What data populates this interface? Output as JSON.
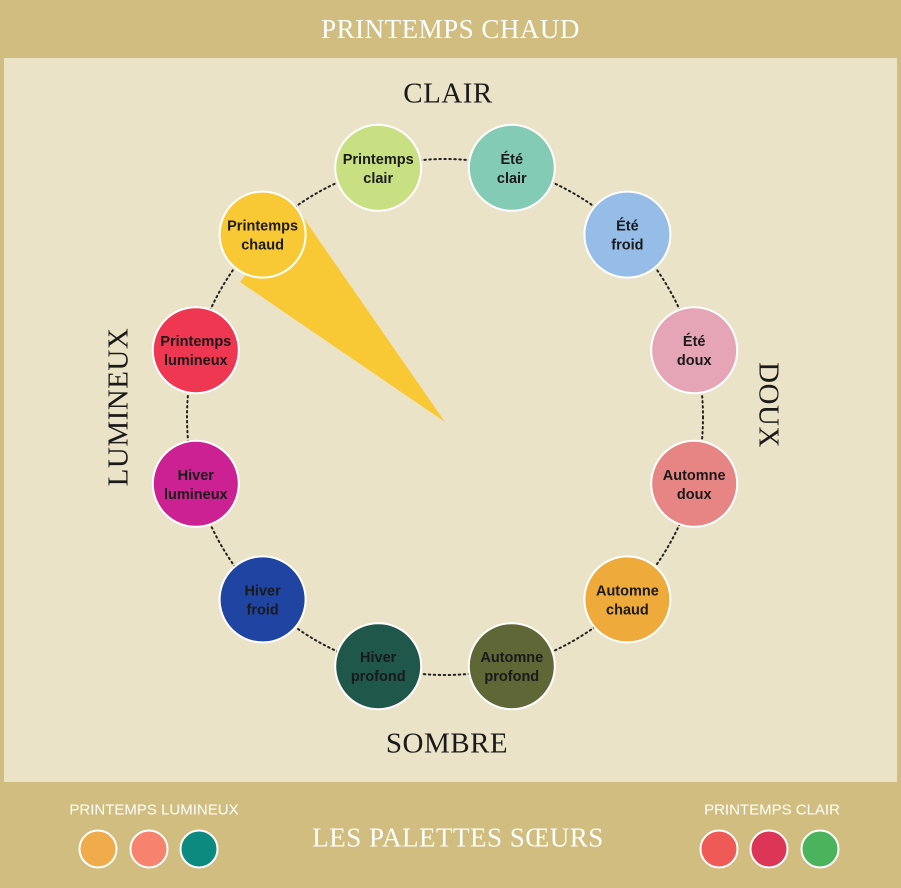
{
  "header": {
    "title": "PRINTEMPS CHAUD"
  },
  "axes": {
    "top": "CLAIR",
    "bottom": "SOMBRE",
    "left": "LUMINEUX",
    "right": "DOUX"
  },
  "selected": "printemps-chaud",
  "pointer_color": "#f8c934",
  "seasons": [
    {
      "id": "printemps-clair",
      "line1": "Printemps",
      "line2": "clair",
      "color": "#c9e082"
    },
    {
      "id": "ete-clair",
      "line1": "Été",
      "line2": "clair",
      "color": "#84cbb6"
    },
    {
      "id": "ete-froid",
      "line1": "Été",
      "line2": "froid",
      "color": "#95bde8"
    },
    {
      "id": "ete-doux",
      "line1": "Été",
      "line2": "doux",
      "color": "#e5a5b6"
    },
    {
      "id": "automne-doux",
      "line1": "Automne",
      "line2": "doux",
      "color": "#e78484"
    },
    {
      "id": "automne-chaud",
      "line1": "Automne",
      "line2": "chaud",
      "color": "#eeab3c"
    },
    {
      "id": "automne-profond",
      "line1": "Automne",
      "line2": "profond",
      "color": "#5f6737"
    },
    {
      "id": "hiver-profond",
      "line1": "Hiver",
      "line2": "profond",
      "color": "#1f574b"
    },
    {
      "id": "hiver-froid",
      "line1": "Hiver",
      "line2": "froid",
      "color": "#1f44a1"
    },
    {
      "id": "hiver-lumineux",
      "line1": "Hiver",
      "line2": "lumineux",
      "color": "#cc2192"
    },
    {
      "id": "printemps-lumineux",
      "line1": "Printemps",
      "line2": "lumineux",
      "color": "#ef3752"
    },
    {
      "id": "printemps-chaud",
      "line1": "Printemps",
      "line2": "chaud",
      "color": "#f8c934"
    }
  ],
  "footer": {
    "title": "LES PALETTES SŒURS",
    "left_group": {
      "label": "PRINTEMPS LUMINEUX",
      "swatches": [
        "#f0ab4c",
        "#f7826e",
        "#0c8a80"
      ]
    },
    "right_group": {
      "label": "PRINTEMPS CLAIR",
      "swatches": [
        "#f05a56",
        "#dc3556",
        "#4bb35c"
      ]
    }
  }
}
